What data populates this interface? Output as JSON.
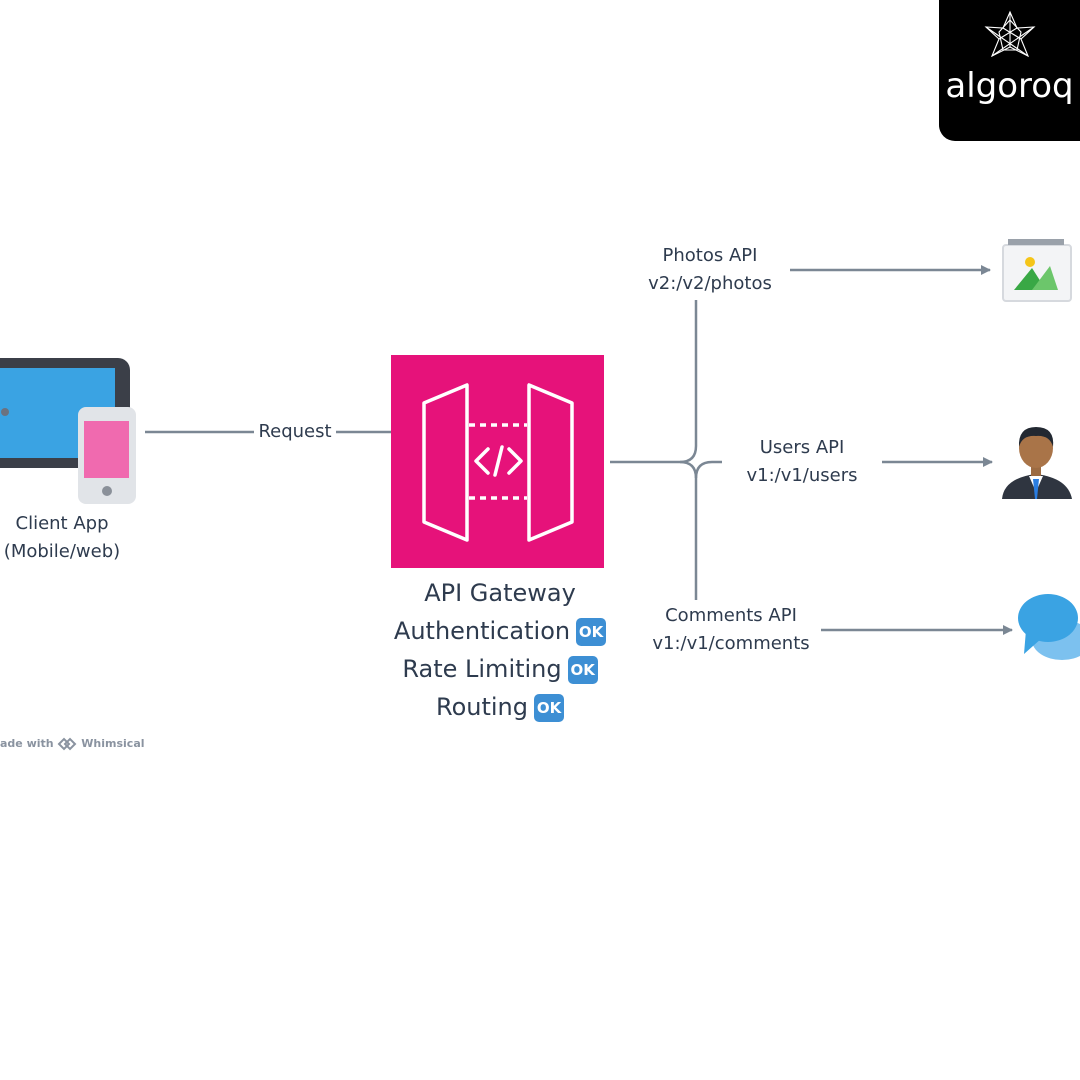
{
  "client": {
    "line1": "Client App",
    "line2": "(Mobile/web)"
  },
  "request_label": "Request",
  "gateway": {
    "title": "API Gateway",
    "features": [
      {
        "label": "Authentication",
        "badge": "OK"
      },
      {
        "label": "Rate Limiting",
        "badge": "OK"
      },
      {
        "label": "Routing",
        "badge": "OK"
      }
    ]
  },
  "services": [
    {
      "name": "Photos API",
      "route": "v2:/v2/photos",
      "icon": "photo-icon"
    },
    {
      "name": "Users API",
      "route": "v1:/v1/users",
      "icon": "user-icon"
    },
    {
      "name": "Comments API",
      "route": "v1:/v1/comments",
      "icon": "chat-icon"
    }
  ],
  "brand": {
    "name": "algoroq"
  },
  "watermark": {
    "prefix": "ade with",
    "name": "Whimsical"
  },
  "colors": {
    "gateway": "#e6127a",
    "connector": "#7b8794",
    "tablet_screen": "#3aa3e3",
    "phone_screen": "#f06aaf"
  }
}
